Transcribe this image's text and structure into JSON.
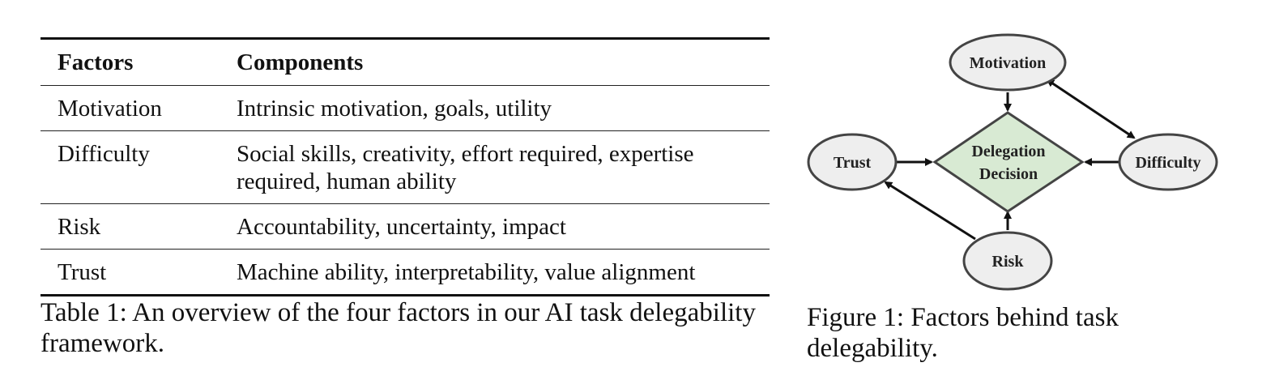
{
  "table": {
    "headers": [
      "Factors",
      "Components"
    ],
    "rows": [
      {
        "factor": "Motivation",
        "components": "Intrinsic motivation, goals, utility"
      },
      {
        "factor": "Difficulty",
        "components": "Social skills, creativity, effort required, expertise required, human ability"
      },
      {
        "factor": "Risk",
        "components": "Accountability, uncertainty, impact"
      },
      {
        "factor": "Trust",
        "components": "Machine ability, interpretability, value alignment"
      }
    ],
    "caption": "Table 1: An overview of the four factors in our AI task delegability framework."
  },
  "figure": {
    "nodes": {
      "motivation": "Motivation",
      "trust": "Trust",
      "difficulty": "Difficulty",
      "risk": "Risk",
      "decision_line1": "Delegation",
      "decision_line2": "Decision"
    },
    "colors": {
      "node_fill": "#eeeeee",
      "decision_fill": "#d8ead3",
      "stroke": "#444444"
    },
    "caption": "Figure 1: Factors behind task delegability."
  }
}
